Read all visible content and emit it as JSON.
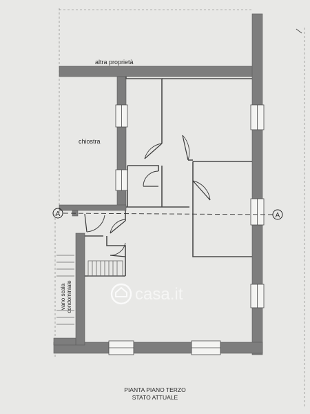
{
  "plan": {
    "neighbor_label": "altra proprietà",
    "courtyard_label": "chiostra",
    "stair_label_line1": "vano scala",
    "stair_label_line2": "condominiale",
    "section_marker_left": "A",
    "section_marker_right": "A",
    "title_line1": "PIANTA PIANO TERZO",
    "title_line2": "STATO ATTUALE"
  },
  "watermark": {
    "text": "casa.it",
    "icon": "house-logo-icon"
  },
  "colors": {
    "paper": "#e8e8e6",
    "wall": "#7d7d7d",
    "ink": "#2a2a2a"
  }
}
